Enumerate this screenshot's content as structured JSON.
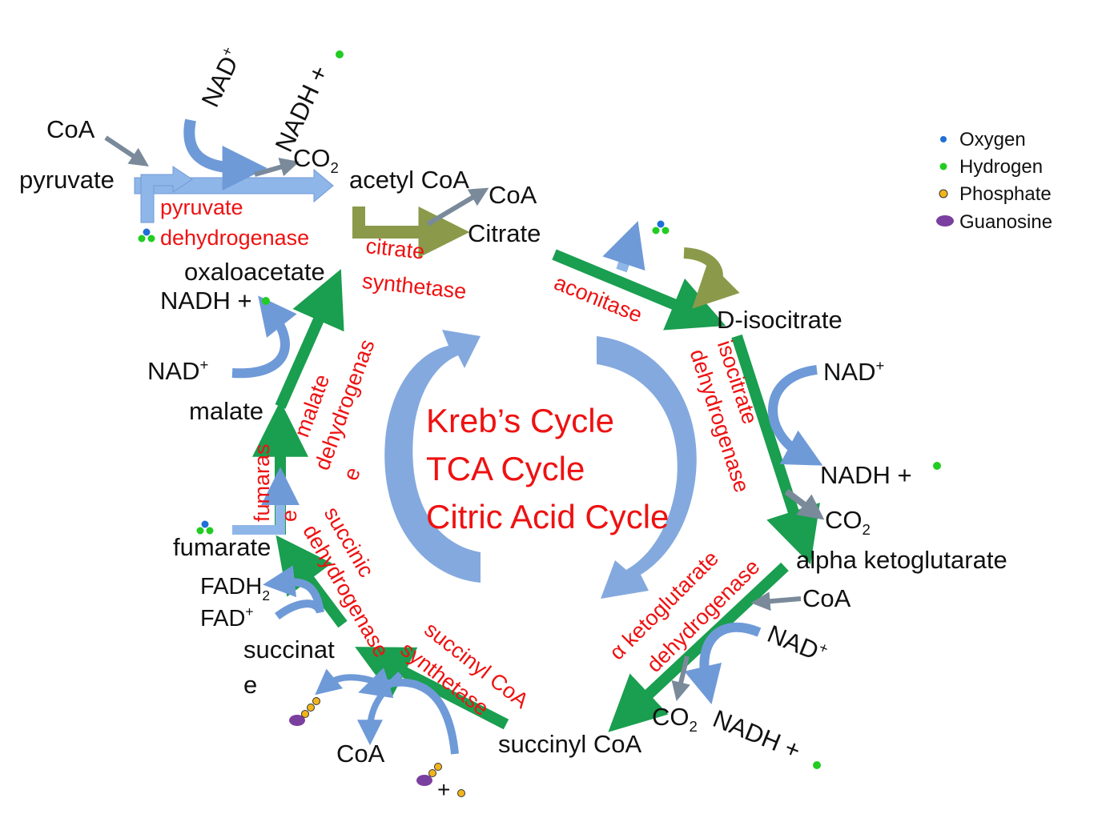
{
  "legend": {
    "oxygen": "Oxygen",
    "hydrogen": "Hydrogen",
    "phosphate": "Phosphate",
    "guanosine": "Guanosine"
  },
  "colors": {
    "oxygen": "#1f6fd6",
    "hydrogen": "#22cc22",
    "phosphate": "#f1b51c",
    "guanosine": "#7b3fa0",
    "main_arrow": "#1a9e4f",
    "blue_arrow": "#6f9ad8",
    "text_red": "#ee1111"
  },
  "center_title": {
    "line1": "Kreb’s Cycle",
    "line2": "TCA Cycle",
    "line3": "Citric Acid Cycle"
  },
  "metabolites": {
    "pyruvate": "pyruvate",
    "acetyl_coa": "acetyl CoA",
    "citrate": "Citrate",
    "d_isocitrate": "D-isocitrate",
    "alpha_kg": "alpha ketoglutarate",
    "succinyl_coa": "succinyl CoA",
    "succinate_1": "succinat",
    "succinate_2": "e",
    "fumarate": "fumarate",
    "malate": "malate",
    "oxaloacetate": "oxaloacetate"
  },
  "cofactors": {
    "coa": "CoA",
    "nad": "NAD",
    "nad_sup": "+",
    "nadh_plus": "NADH +",
    "co2_main": "CO",
    "co2_sub": "2",
    "fadh": "FADH",
    "fadh_sub": "2",
    "fad": "FAD",
    "fad_sup": "+",
    "plus": "+"
  },
  "enzymes": {
    "pyruvate_dh_1": "pyruvate",
    "pyruvate_dh_2": "dehydrogenase",
    "citrate_synthetase_1": "citrate",
    "citrate_synthetase_2": "synthetase",
    "aconitase": "aconitase",
    "isocitrate_dh_1": "isocitrate",
    "isocitrate_dh_2": "dehydrogenase",
    "akg_dh_1": "α ketoglutarate",
    "akg_dh_2": "dehydrogenase",
    "succinyl_coa_synth_1": "succinyl CoA",
    "succinyl_coa_synth_2": "synthetase",
    "succinic_dh_1": "succinic",
    "succinic_dh_2": "dehydrogenase",
    "fumarase_1": "fumaras",
    "fumarase_2": "e",
    "malate_dh_1": "malate",
    "malate_dh_2": "dehydrogenas",
    "malate_dh_3": "e"
  }
}
